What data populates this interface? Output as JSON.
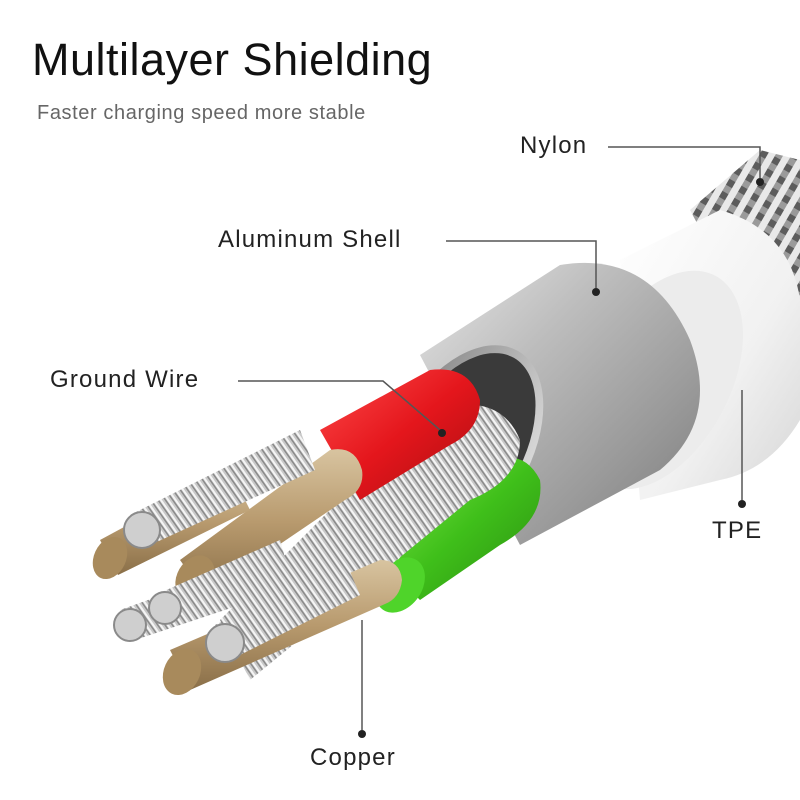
{
  "header": {
    "title": "Multilayer Shielding",
    "subtitle": "Faster charging speed more stable"
  },
  "labels": {
    "nylon": "Nylon",
    "aluminum_shell": "Aluminum Shell",
    "ground_wire": "Ground Wire",
    "tpe": "TPE",
    "copper": "Copper"
  },
  "colors": {
    "red_insulation": "#e4161c",
    "green_insulation": "#3fbf1a",
    "aluminum": "#a9a9a9",
    "copper": "#b89a6e",
    "tpe": "#f4f4f4"
  }
}
